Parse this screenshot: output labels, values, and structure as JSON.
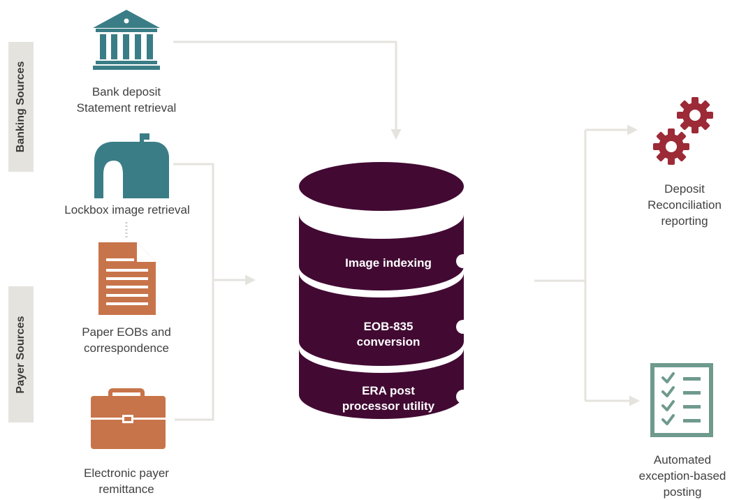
{
  "side_labels": {
    "banking": "Banking Sources",
    "payer": "Payer Sources"
  },
  "sources": {
    "bank": [
      "Bank deposit",
      "Statement retrieval"
    ],
    "lockbox": "Lockbox image retrieval",
    "paper": [
      "Paper EOBs and",
      "correspondence"
    ],
    "electronic": [
      "Electronic payer",
      "remittance"
    ]
  },
  "database_layers": {
    "indexing": "Image indexing",
    "conversion": [
      "EOB-835",
      "conversion"
    ],
    "era": [
      "ERA post",
      "processor utility"
    ]
  },
  "outputs": {
    "deposit": [
      "Deposit",
      "Reconciliation",
      "reporting"
    ],
    "automated": [
      "Automated",
      "exception-based",
      "posting"
    ]
  },
  "colors": {
    "bank_icon": "#3a7d86",
    "mailbox_icon": "#3a7d86",
    "document_icon": "#c8744a",
    "briefcase_icon": "#c8744a",
    "database": "#420a33",
    "gear_icon": "#9c2a37",
    "checklist_icon": "#6f9a8e",
    "connector": "#e5e3de"
  },
  "icons": [
    "bank-icon",
    "mailbox-icon",
    "document-icon",
    "briefcase-icon",
    "gears-icon",
    "checklist-icon"
  ]
}
